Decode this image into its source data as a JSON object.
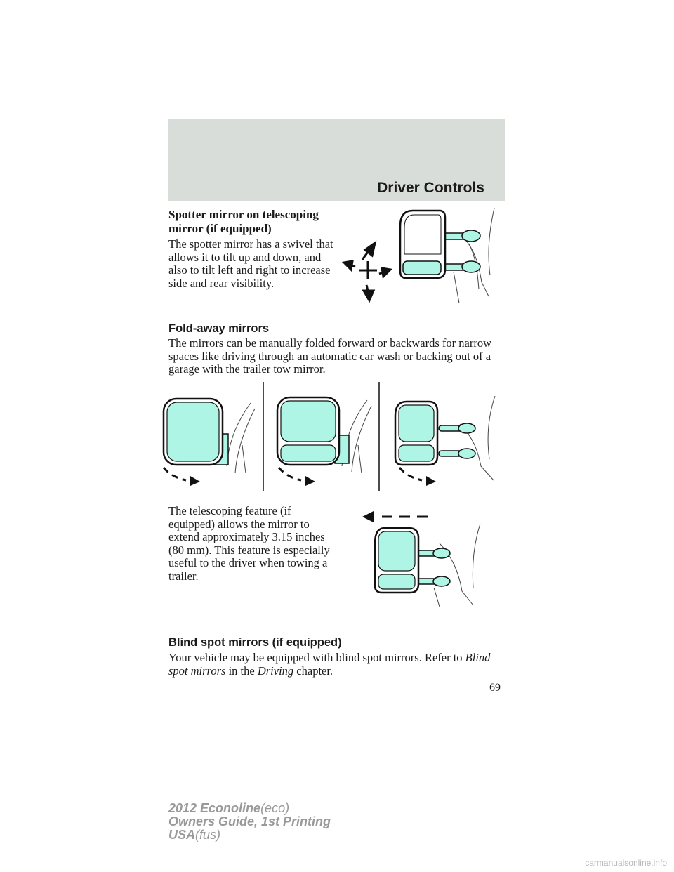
{
  "header": {
    "section_title": "Driver Controls"
  },
  "spotter": {
    "heading_line1": "Spotter mirror on telescoping",
    "heading_line2": "mirror (if equipped)",
    "body_lines": [
      "The spotter mirror has a swivel that",
      "allows it to tilt up and down, and",
      "also to tilt left and right to increase",
      "side and rear visibility."
    ]
  },
  "foldaway": {
    "heading": "Fold-away mirrors",
    "body_lines": [
      "The mirrors can be manually folded forward or backwards for narrow",
      "spaces like driving through an automatic car wash or backing out of a",
      "garage with the trailer tow mirror."
    ]
  },
  "telescoping": {
    "body_lines": [
      "The telescoping feature (if",
      "equipped) allows the mirror to",
      "extend approximately 3.15 inches",
      "(80 mm). This feature is especially",
      "useful to the driver when towing a",
      "trailer."
    ]
  },
  "blindspot": {
    "heading": "Blind spot mirrors (if equipped)",
    "line1": "Your vehicle may be equipped with blind spot mirrors. Refer to ",
    "ref_italic": "Blind",
    "line2_italic": "spot mirrors",
    "line2_mid": " in the ",
    "line2_italic2": "Driving",
    "line2_end": " chapter."
  },
  "page_number": "69",
  "footer": {
    "model": "2012 Econoline",
    "model_code": "(eco)",
    "guide": "Owners Guide, 1st Printing",
    "market": "USA",
    "market_code": "(fus)"
  },
  "watermark": "carmanualsonline.info",
  "colors": {
    "mirror_glass": "#aef5e6",
    "header_band": "#d9ddd9",
    "footer_text": "#999999"
  }
}
